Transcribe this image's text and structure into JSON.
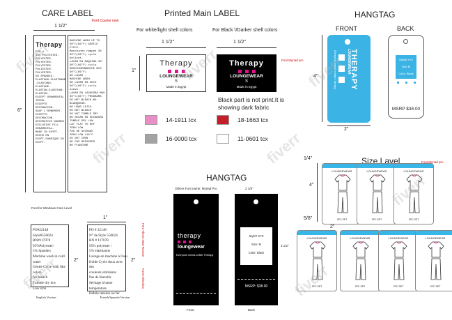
{
  "care_label": {
    "title": "CARE LABEL",
    "width": "1 1/2\"",
    "height": "6\"",
    "font_note": "Font Courier new",
    "brand": "Therapy",
    "left_column": [
      "POS #",
      "95% POLYESTER-",
      "POLYESTER-POLYESTER-",
      "POLYESTER-POLIESTER-",
      "POLYESTER-",
      "5% SPANDEX-",
      "ELASTANO-ELASTANNE",
      "-ELASTANO-ELASTANE-",
      "ELASTAN-ELASTHAN-",
      "ELASTAN-",
      "EXCEPT ORNAMENTAL TRIMS-",
      "EXCEPTE DECORACION-",
      "SAUF L'ORNEMENT-",
      "EXCEPTO DECORACION-",
      "DECORATIVE GARDEN",
      "EXCLUSIVE FILL",
      "ORNAMENTAL-",
      "MADE IN EGYPT-HECHO EN",
      "EGYPT-FABRIQUE EN",
      "EGYPT-"
    ],
    "right_column": [
      "MACHINE WASH UP TO",
      "30°C(86°F) GENTLE CYCLE-",
      "Maschinen rampen 30",
      "30°C(86°F) cycle delicat-",
      "LAVAR EN MAQUINA 30°",
      "30°C(86°F) ciclo",
      "MASCHINENWASCHE BIS",
      "30°C(86°F)",
      "NO LAVAR -",
      "MACHINE WASH-",
      "NO LAVAR EN SECO",
      "30°C(86°F) ciclo suave-",
      "LAVAR EN LAVADORA MAX",
      "30°C(86°F) PROGRAMA",
      "DO NOT BLEACH-NO",
      "BLANQUEAR-",
      "NO USAR LEJIA",
      "DO NOT BLEACH",
      "DO NOT TUMBLE DRY",
      "NO SECAR EN SECADORA",
      "TUMBLE DRY LOW",
      "LAY FLAT TO DRY",
      "IRON LOW",
      "PAS DE SECHAGE",
      "IRON LOW 110°C",
      "DO NOT IRON",
      "NE PAS REPASSER",
      "NO PLANCHAR"
    ]
  },
  "main_label": {
    "title": "Printed Main LABEL",
    "white_caption": "For white/light shell colors",
    "black_caption": "For Black \\/Darker shell colors",
    "width_white": "1 1/2\"",
    "width_black": "1 1/2\"",
    "height": "1\"",
    "font_note": "Font Myriad pro",
    "brand": "Therapy",
    "sub": "LOUNGEWEAR",
    "size": "S",
    "origin": "Made in Egypt",
    "note_line1": "Black part is not print.It is",
    "note_line2": "showing dark fabric",
    "swatches": [
      {
        "code": "14-1911 tcx",
        "color": "#e78fc6"
      },
      {
        "code": "18-1663 tcx",
        "color": "#c41e2a"
      },
      {
        "code": "16-0000 tcx",
        "color": "#a3a3a3"
      },
      {
        "code": "11-0601 tcx",
        "color": "#ffffff"
      }
    ]
  },
  "hangtag_top": {
    "title": "HANGTAG",
    "front_label": "FRONT",
    "back_label": "BACK",
    "height": "4\"",
    "width": "2\"",
    "front_brand": "THERAPY",
    "front_sub": "LOUNGEWEAR",
    "front_tagline": "Everyone needs a little Therapy",
    "back_lines": [
      "Style# XYZ",
      "Size M",
      "Color: Black"
    ],
    "msrp": "MSRP $38.00",
    "accent": "#3bb4e5"
  },
  "size_label": {
    "title": "Size Lavel",
    "font_note": "Font Myriad pro",
    "dims": [
      "1/4\"",
      "4\"",
      "5/8\"",
      "2\""
    ],
    "brand": "LOUNGEWEAR",
    "footer": "2PC SET"
  },
  "small_care": {
    "title": "Font for Windows Care Level",
    "width": "1\"",
    "english_lines": [
      "PO#22148",
      "Style#550024",
      "RN#117078",
      "95%Polyester/",
      "5% Spandex",
      "Machine wash in cold water",
      "Gentle Cycle with like colors",
      "No bleach",
      "Tumble dry low",
      "Low iron"
    ],
    "french_lines": [
      "PO # 22148",
      "N° de Style 550024",
      "RN # 117078",
      "95% polyester /",
      "5% elasthanne",
      "Lavage en machine à l'eau",
      "froide Cycle doux avec des",
      "couleurs similaires",
      "Pas de blanchir",
      "Séchage à basse température",
      "Habile tension ou fer"
    ],
    "height": "2\"",
    "english_caption": "English Version",
    "french_caption": "French/Spanish Version",
    "font_note_r": "Font Times New Roman",
    "font_note_r2": "Font Helvetica"
  },
  "hangtag_bottom": {
    "title": "HANGTAG",
    "note": "Others Font name: Myriad Pro",
    "width": "2 1/8\"",
    "height": "3 1/2\"",
    "front_brand": "therapy",
    "front_sub": "loungewear",
    "front_tagline": "Everyone needs a little Therapy",
    "back_lines": [
      "Style# XYZ",
      "Size: M",
      "Color: Black"
    ],
    "msrp": "MSRP: $38.00",
    "front_caption": "Front",
    "back_caption": "Back"
  },
  "watermark": "fiverr"
}
